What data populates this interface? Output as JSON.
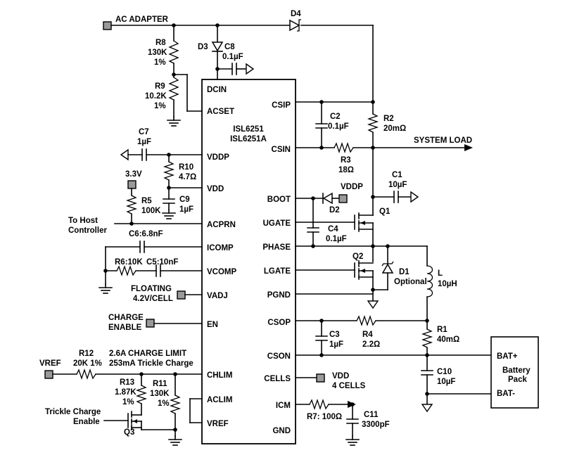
{
  "ic": {
    "name_1": "ISL6251",
    "name_2": "ISL6251A",
    "left_pins": [
      "DCIN",
      "ACSET",
      "VDDP",
      "VDD",
      "ACPRN",
      "ICOMP",
      "VCOMP",
      "VADJ",
      "EN",
      "CHLIM",
      "ACLIM",
      "VREF"
    ],
    "right_pins": [
      "CSIP",
      "CSIN",
      "BOOT",
      "UGATE",
      "PHASE",
      "LGATE",
      "PGND",
      "CSOP",
      "CSON",
      "CELLS",
      "ICM",
      "GND"
    ]
  },
  "labels": {
    "ac_adapter": "AC ADAPTER",
    "d4": "D4",
    "d3": "D3",
    "c8": "C8",
    "c8_val": "0.1µF",
    "r8": "R8",
    "r8_val": "130K",
    "r8_tol": "1%",
    "r9": "R9",
    "r9_val": "10.2K",
    "r9_tol": "1%",
    "c7": "C7",
    "c7_val": "1µF",
    "r10": "R10",
    "r10_val": "4.7Ω",
    "v33": "3.3V",
    "r5": "R5",
    "r5_val": "100K",
    "c9": "C9",
    "c9_val": "1µF",
    "to_host": "To Host",
    "controller": "Controller",
    "c6": "C6:6.8nF",
    "r6": "R6:10K",
    "c5": "C5:10nF",
    "floating": "FLOATING",
    "floating_val": "4.2V/CELL",
    "charge": "CHARGE",
    "enable": "ENABLE",
    "vref": "VREF",
    "r12": "R12",
    "r12_val": "20K 1%",
    "charge_limit": "2.6A CHARGE LIMIT",
    "trickle": "253mA Trickle Charge",
    "r13": "R13",
    "r13_val": "1.87K",
    "r13_tol": "1%",
    "r11": "R11",
    "r11_val": "130K",
    "r11_tol": "1%",
    "trickle_en_1": "Trickle Charge",
    "trickle_en_2": "Enable",
    "q3": "Q3",
    "c2": "C2",
    "c2_val": "0.1µF",
    "r2": "R2",
    "r2_val": "20mΩ",
    "system_load": "SYSTEM LOAD",
    "r3": "R3",
    "r3_val": "18Ω",
    "vddp": "VDDP",
    "d2": "D2",
    "c1": "C1",
    "c1_val": "10µF",
    "q1": "Q1",
    "c4": "C4",
    "c4_val": "0.1µF",
    "q2": "Q2",
    "d1": "D1",
    "d1_note": "Optional",
    "l": "L",
    "l_val": "10µH",
    "c3": "C3",
    "c3_val": "1µF",
    "r4": "R4",
    "r4_val": "2.2Ω",
    "r1": "R1",
    "r1_val": "40mΩ",
    "c10": "C10",
    "c10_val": "10µF",
    "bat_plus": "BAT+",
    "battery_1": "Battery",
    "battery_2": "Pack",
    "bat_minus": "BAT-",
    "vdd_cells": "VDD",
    "cells_4": "4 CELLS",
    "r7": "R7: 100Ω",
    "c11": "C11",
    "c11_val": "3300pF"
  }
}
